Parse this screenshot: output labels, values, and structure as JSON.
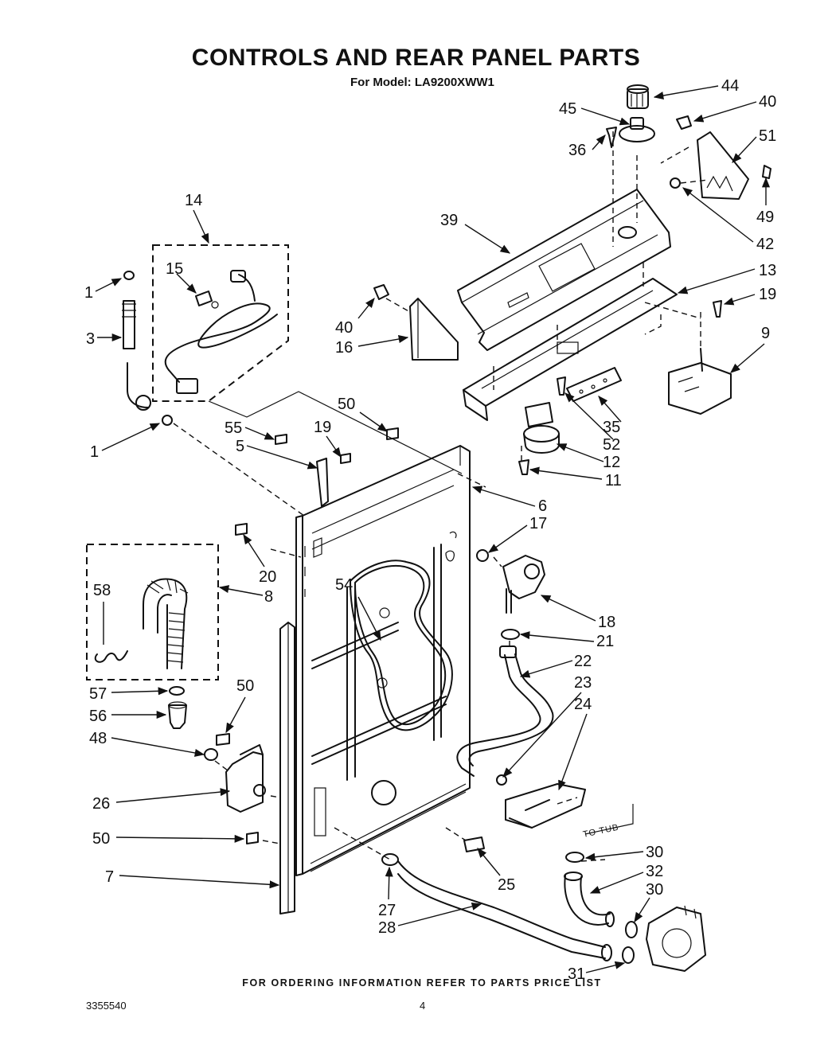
{
  "title": "CONTROLS AND REAR PANEL PARTS",
  "subtitle": "For Model: LA9200XWW1",
  "footer_note": "FOR ORDERING INFORMATION REFER TO PARTS PRICE LIST",
  "doc_number": "3355540",
  "page_number": "4",
  "to_tub": "TO TUB",
  "callouts": [
    "1",
    "3",
    "1",
    "14",
    "15",
    "55",
    "5",
    "19",
    "50",
    "20",
    "8",
    "58",
    "57",
    "56",
    "48",
    "50",
    "26",
    "50",
    "7",
    "54",
    "17",
    "18",
    "21",
    "22",
    "23",
    "24",
    "25",
    "27",
    "28",
    "30",
    "32",
    "30",
    "31",
    "6",
    "44",
    "45",
    "40",
    "36",
    "51",
    "39",
    "49",
    "42",
    "13",
    "19",
    "40",
    "16",
    "9",
    "35",
    "52",
    "12",
    "11"
  ]
}
